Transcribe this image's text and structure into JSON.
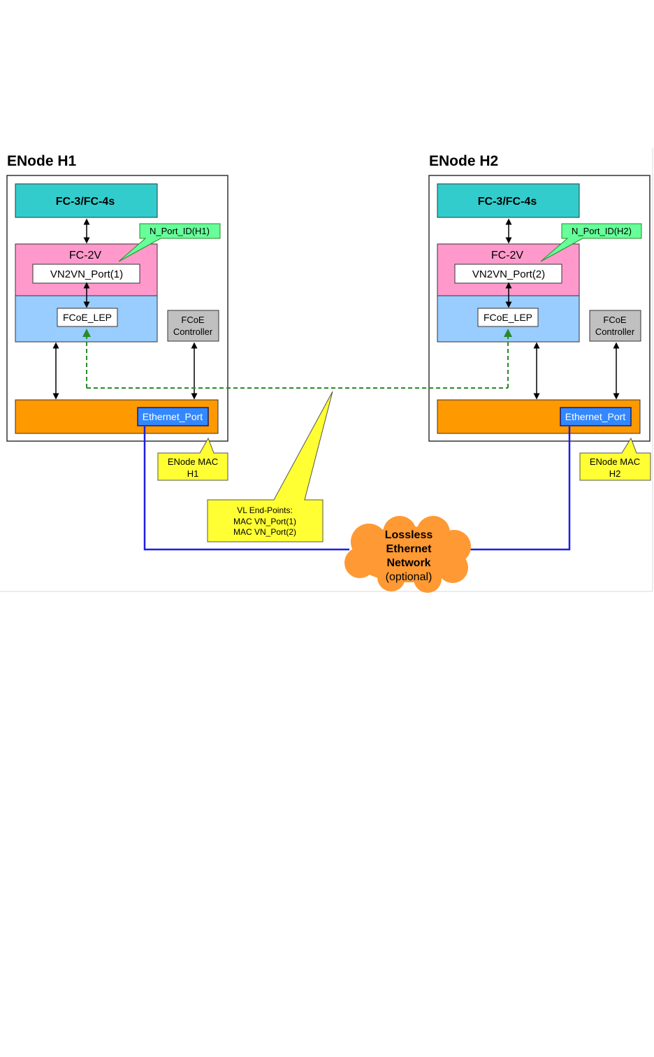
{
  "h1": {
    "title": "ENode H1",
    "fc34": "FC-3/FC-4s",
    "fc2v": "FC-2V",
    "vn2vn": "VN2VN_Port(1)",
    "lep": "FCoE_LEP",
    "ctrl1": "FCoE",
    "ctrl2": "Controller",
    "eth": "Ethernet_Port",
    "nport": "N_Port_ID(H1)",
    "mac1": "ENode MAC",
    "mac2": "H1"
  },
  "h2": {
    "title": "ENode H2",
    "fc34": "FC-3/FC-4s",
    "fc2v": "FC-2V",
    "vn2vn": "VN2VN_Port(2)",
    "lep": "FCoE_LEP",
    "ctrl1": "FCoE",
    "ctrl2": "Controller",
    "eth": "Ethernet_Port",
    "nport": "N_Port_ID(H2)",
    "mac1": "ENode MAC",
    "mac2": "H2"
  },
  "vl": {
    "line1": "VL End-Points:",
    "line2": "MAC VN_Port(1)",
    "line3": "MAC VN_Port(2)"
  },
  "cloud": {
    "line1": "Lossless",
    "line2": "Ethernet",
    "line3": "Network",
    "line4": "(optional)"
  },
  "colors": {
    "teal": "#33cccc",
    "pink": "#ff99cc",
    "lightblue": "#99ccff",
    "orange": "#ff9900",
    "blue": "#3366ff",
    "yellow": "#ffff33",
    "green": "#66ff99",
    "gray": "#c0c0c0",
    "link": "#1f1fe0",
    "dashed": "#2a8a2a"
  }
}
